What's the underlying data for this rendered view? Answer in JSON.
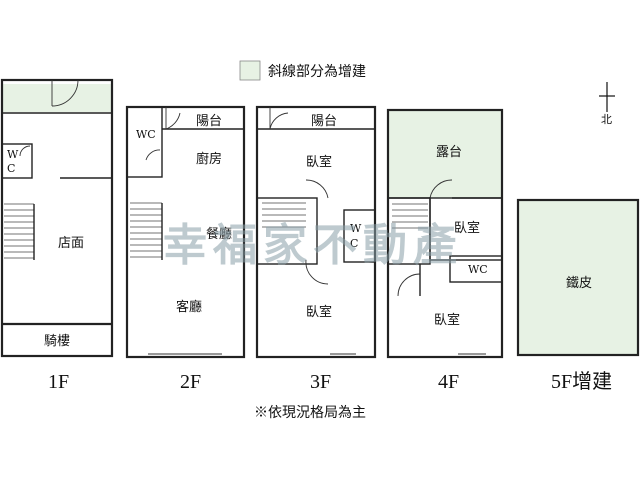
{
  "legend": {
    "label": "斜線部分為增建",
    "swatch_color": "#e7f2e4"
  },
  "north": {
    "label": "北"
  },
  "watermark": "幸福家不動產",
  "note": "※依現況格局為主",
  "floors": {
    "f1": {
      "label": "1F",
      "rooms": {
        "wc_w": "W",
        "wc_c": "C",
        "shop": "店面",
        "arcade": "騎樓"
      }
    },
    "f2": {
      "label": "2F",
      "rooms": {
        "wc": "WC",
        "balcony": "陽台",
        "kitchen": "廚房",
        "dining": "餐廳",
        "living": "客廳"
      }
    },
    "f3": {
      "label": "3F",
      "rooms": {
        "balcony": "陽台",
        "bedroom_top": "臥室",
        "wc_w": "W",
        "wc_c": "C",
        "bedroom_bottom": "臥室"
      }
    },
    "f4": {
      "label": "4F",
      "rooms": {
        "terrace": "露台",
        "bedroom_small": "臥室",
        "wc": "WC",
        "bedroom": "臥室"
      }
    },
    "f5": {
      "label": "5F增建",
      "rooms": {
        "iron_sheet": "鐵皮"
      }
    }
  }
}
